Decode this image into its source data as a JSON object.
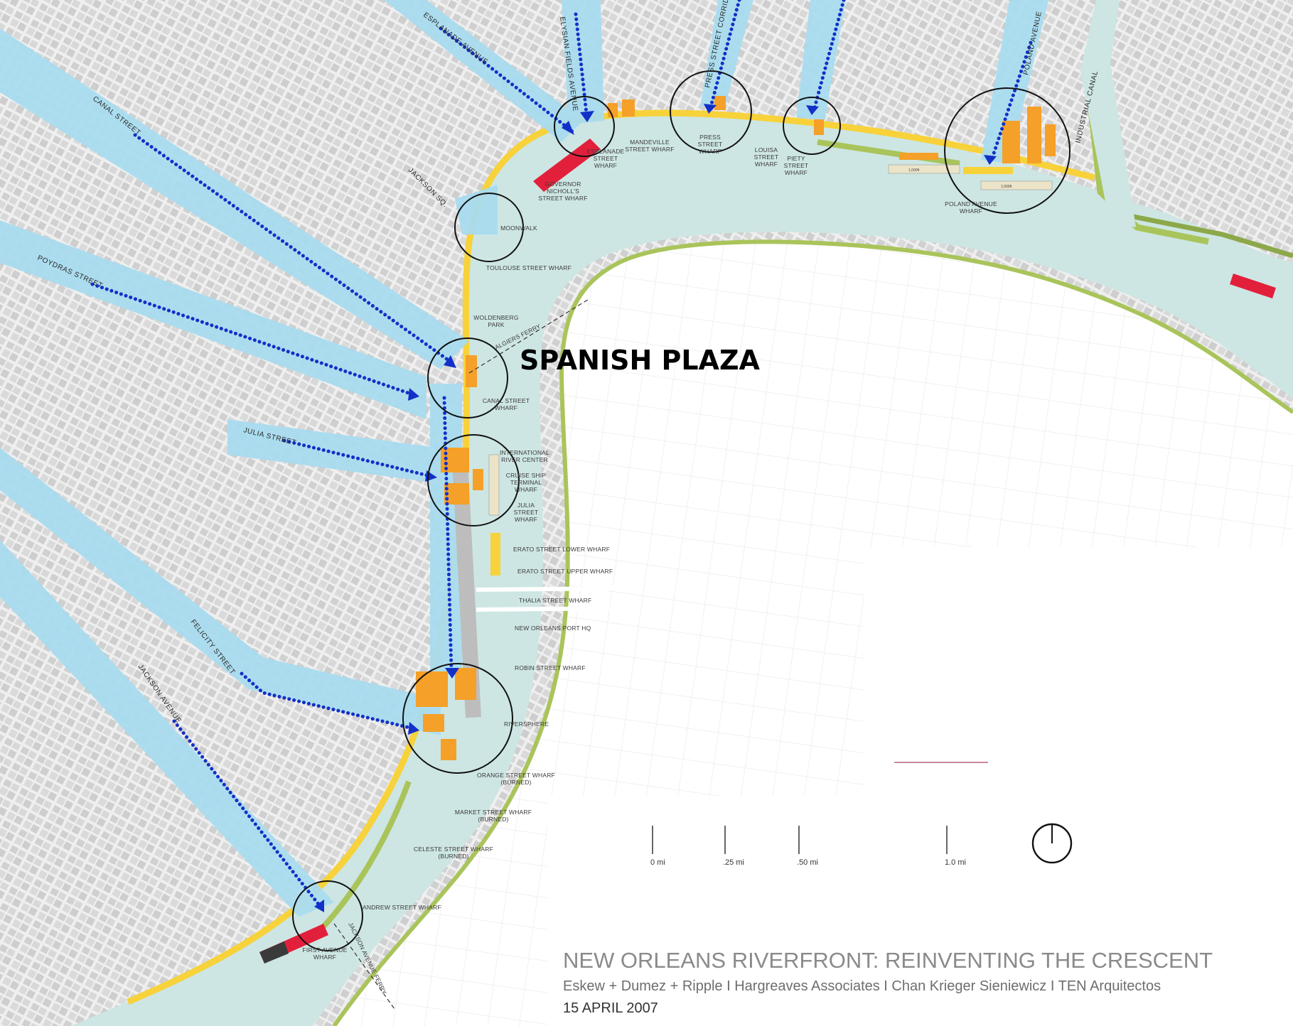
{
  "spanish_plaza": "SPANISH PLAZA",
  "title": {
    "main": "NEW ORLEANS RIVERFRONT: REINVENTING THE CRESCENT",
    "firms": "Eskew + Dumez + Ripple I Hargreaves Associates I Chan Krieger Sieniewicz I  TEN Arquitectos",
    "date": "15 APRIL  2007"
  },
  "streets": {
    "esplanade_avenue": "ESPLANADE AVENUE",
    "elysian_fields_avenue": "ELYSIAN FIELDS AVENUE",
    "press_street_corridor": "PRESS STREET CORRIDOR",
    "poland_avenue": "POLAND AVENUE",
    "industrial_canal": "INDUSTRIAL CANAL",
    "canal_street": "CANAL STREET",
    "jackson_sq": "JACKSON SQ.",
    "poydras_street": "POYDRAS STREET",
    "julia_street": "JULIA  STREET",
    "felicity_street": "FELICITY STREET",
    "jackson_avenue": "JACKSON AVENUE",
    "algiers_ferry": "ALGIERS FERRY",
    "jackson_avenue_ferry": "JACKSON AVENUE FERRY"
  },
  "wharves": {
    "esplanade": [
      "ESPLANADE",
      "STREET",
      "WHARF"
    ],
    "mandeville": [
      "MANDEVILLE",
      "STREET WHARF"
    ],
    "press": [
      "PRESS",
      "STREET",
      "WHARF"
    ],
    "louisa": [
      "LOUISA",
      "STREET",
      "WHARF"
    ],
    "piety": [
      "PIETY",
      "STREET",
      "WHARF"
    ],
    "governor_nicholls": [
      "GOVERNOR",
      "NICHOLL'S",
      "STREET WHARF"
    ],
    "poland": [
      "POLAND AVENUE",
      "WHARF"
    ],
    "moonwalk": "MOONWALK",
    "toulouse": "TOULOUSE STREET WHARF",
    "woldenberg": [
      "WOLDENBERG",
      "PARK"
    ],
    "canal": [
      "CANAL STREET",
      "WHARF"
    ],
    "irc": [
      "INTERNATIONAL",
      "RIVER CENTER"
    ],
    "cruise": [
      "CRUISE SHIP",
      "TERMINAL",
      "WHARF"
    ],
    "julia": [
      "JULIA",
      "STREET",
      "WHARF"
    ],
    "erato_lower": "ERATO STREET LOWER WHARF",
    "erato_upper": "ERATO STREET UPPER WHARF",
    "thalia": "THALIA STREET WHARF",
    "port_hq": "NEW ORLEANS PORT HQ",
    "robin": "ROBIN STREET WHARF",
    "riversphere": "RIVERSPHERE",
    "orange": [
      "ORANGE STREET WHARF",
      "(BURNED)"
    ],
    "market": [
      "MARKET STREET WHARF",
      "(BURNED)"
    ],
    "celeste": [
      "CELESTE STREET WHARF",
      "(BURNED)"
    ],
    "andrew": "ANDREW STREET WHARF",
    "first_avenue": [
      "FIRST AVENUE",
      "WHARF"
    ]
  },
  "scale": {
    "s0": "0 mi",
    "s25": ".25 mi",
    "s50": ".50 mi",
    "s100": "1.0 mi"
  },
  "barge": "1,000ft",
  "colors": {
    "river": "#cde6e3",
    "blocks": "#d2d2d2",
    "corridor": "#a9dcef",
    "arrow": "#1230c8",
    "orange": "#f5a028",
    "yellow": "#f7d23a",
    "red": "#e2203c",
    "levee": "#a9c45a"
  }
}
